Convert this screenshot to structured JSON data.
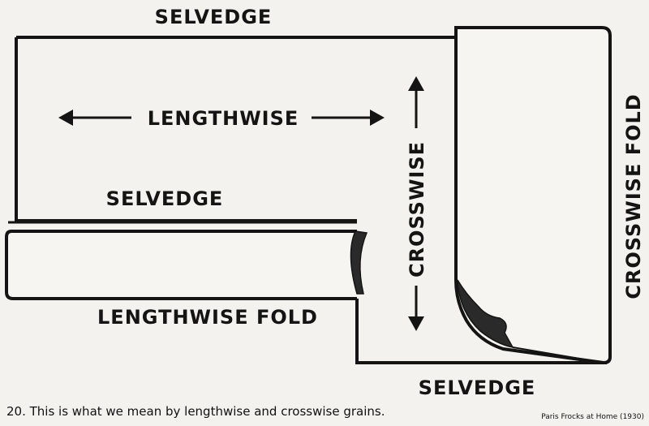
{
  "diagram": {
    "selvedge_top": "SELVEDGE",
    "lengthwise": "LENGTHWISE",
    "selvedge_mid": "SELVEDGE",
    "lengthwise_fold": "LENGTHWISE FOLD",
    "crosswise": "CROSSWISE",
    "crosswise_fold": "CROSSWISE FOLD",
    "selvedge_bottom": "SELVEDGE"
  },
  "caption": "20. This is what we mean by lengthwise and crosswise grains.",
  "credit": "Paris Frocks at Home (1930)",
  "colors": {
    "ink": "#141414",
    "paper": "#f3f2ee"
  }
}
